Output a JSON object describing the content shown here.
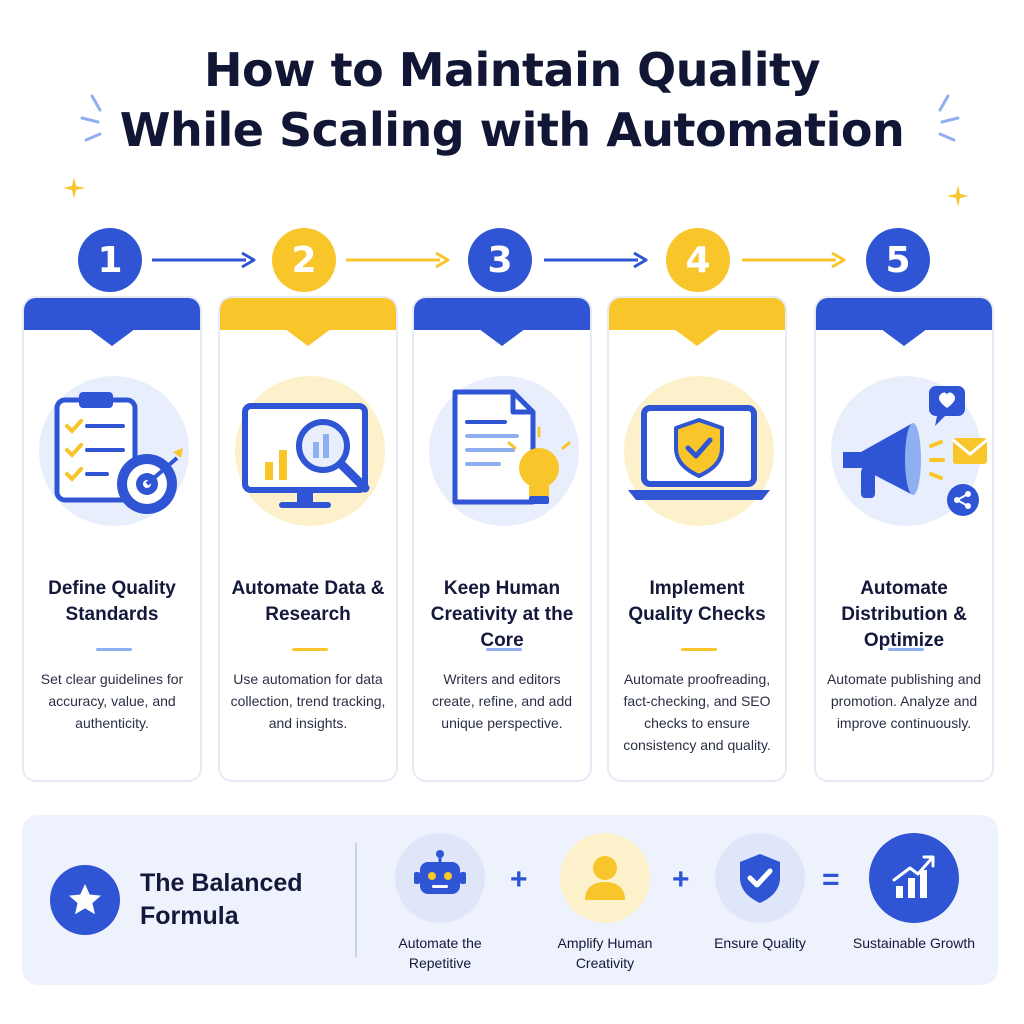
{
  "title": {
    "line1": "How to Maintain Quality",
    "line2": "While Scaling with Automation"
  },
  "colors": {
    "blue": "#2f55d4",
    "yellow": "#f8c52a",
    "light_blue": "#e8eefc",
    "light_yellow": "#fdf1cc",
    "dark": "#14183a"
  },
  "steps": [
    {
      "number": "1",
      "heading": "Define Quality Standards",
      "description": "Set clear guidelines for accuracy, value, and authenticity.",
      "icon": "clipboard-target-icon"
    },
    {
      "number": "2",
      "heading": "Automate Data & Research",
      "description": "Use automation for data collection, trend tracking, and insights.",
      "icon": "monitor-magnifier-icon"
    },
    {
      "number": "3",
      "heading": "Keep Human Creativity at the Core",
      "description": "Writers and editors create, refine, and add unique perspective.",
      "icon": "document-lightbulb-icon"
    },
    {
      "number": "4",
      "heading": "Implement Quality Checks",
      "description": "Automate proofreading, fact-checking, and SEO checks to ensure consistency and quality.",
      "icon": "laptop-shield-icon"
    },
    {
      "number": "5",
      "heading": "Automate Distribution & Optimize",
      "description": "Automate publishing and promotion. Analyze and improve continuously.",
      "icon": "megaphone-icon"
    }
  ],
  "formula": {
    "title": "The Balanced Formula",
    "items": [
      {
        "label": "Automate the Repetitive",
        "icon": "robot-icon"
      },
      {
        "label": "Amplify Human Creativity",
        "icon": "person-icon"
      },
      {
        "label": "Ensure Quality",
        "icon": "shield-check-icon"
      },
      {
        "label": "Sustainable Growth",
        "icon": "growth-chart-icon"
      }
    ],
    "operators": [
      "+",
      "+",
      "="
    ]
  }
}
